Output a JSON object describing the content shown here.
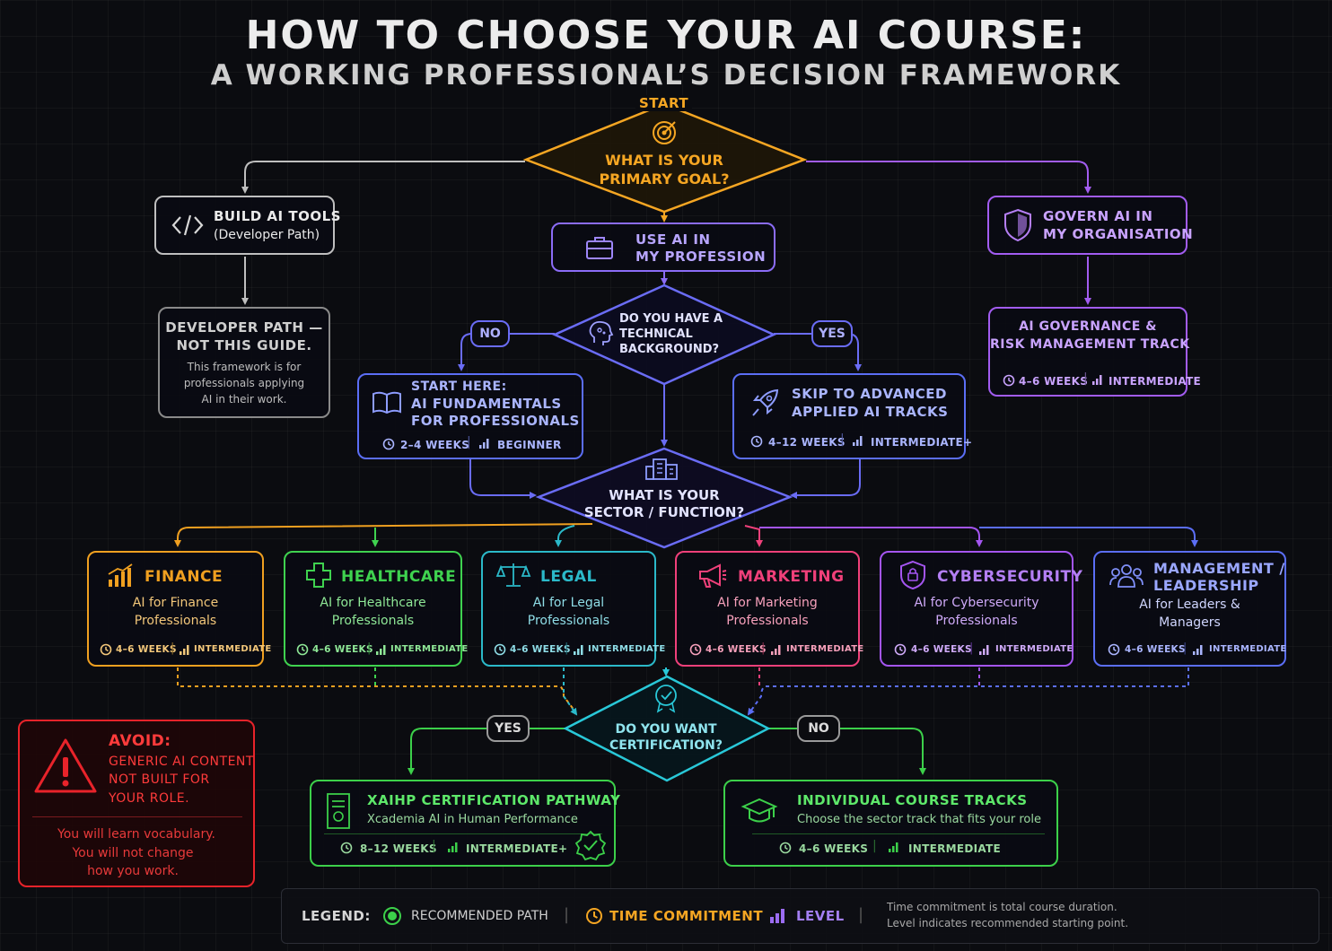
{
  "title": {
    "line1": "HOW TO CHOOSE YOUR AI COURSE:",
    "line2": "A WORKING PROFESSIONAL’S DECISION FRAMEWORK"
  },
  "colors": {
    "orange": "#f5a623",
    "purple": "#8b6cf6",
    "violet": "#a25cf0",
    "blue": "#6a6cf5",
    "gray": "#bfbfbf",
    "finance": "#f0a020",
    "healthcare": "#3fd24f",
    "legal": "#2bb9c9",
    "marketing": "#f0407a",
    "cybersecurity": "#a455f0",
    "management": "#5b6ef5",
    "cert": "#29c8d8",
    "red": "#e8232a",
    "green": "#3cd04a"
  },
  "start": {
    "tag": "START",
    "question_l1": "WHAT IS YOUR",
    "question_l2": "PRIMARY GOAL?",
    "icon": "target-icon"
  },
  "build": {
    "l1": "BUILD AI TOOLS",
    "l2": "(Developer Path)",
    "icon": "code-icon"
  },
  "developer": {
    "title_l1": "DEVELOPER PATH —",
    "title_l2": "NOT THIS GUIDE.",
    "body_l1": "This framework is for",
    "body_l2": "professionals applying",
    "body_l3": "AI in their work."
  },
  "use_ai": {
    "l1": "USE AI IN",
    "l2": "MY PROFESSION",
    "icon": "briefcase-icon"
  },
  "govern": {
    "l1": "GOVERN AI IN",
    "l2": "MY ORGANISATION",
    "icon": "shield-icon"
  },
  "governance_track": {
    "l1": "AI GOVERNANCE &",
    "l2": "RISK MANAGEMENT TRACK",
    "time": "4–6 WEEKS",
    "level": "INTERMEDIATE"
  },
  "technical_q": {
    "l1": "DO YOU HAVE A",
    "l2": "TECHNICAL",
    "l3": "BACKGROUND?",
    "no": "NO",
    "yes": "YES",
    "icon": "brain-icon"
  },
  "fundamentals": {
    "l1": "START HERE:",
    "l2": "AI FUNDAMENTALS",
    "l3": "FOR PROFESSIONALS",
    "time": "2–4 WEEKS",
    "level": "BEGINNER",
    "icon": "book-icon"
  },
  "advanced": {
    "l1": "SKIP TO ADVANCED",
    "l2": "APPLIED AI TRACKS",
    "time": "4–12 WEEKS",
    "level": "INTERMEDIATE+",
    "icon": "rocket-icon"
  },
  "sector_q": {
    "l1": "WHAT IS YOUR",
    "l2": "SECTOR / FUNCTION?",
    "icon": "building-icon"
  },
  "sectors": [
    {
      "title": "FINANCE",
      "d1": "AI for Finance",
      "d2": "Professionals",
      "time": "4–6 WEEKS",
      "level": "INTERMEDIATE",
      "icon": "chart-icon"
    },
    {
      "title": "HEALTHCARE",
      "d1": "AI for Healthcare",
      "d2": "Professionals",
      "time": "4–6 WEEKS",
      "level": "INTERMEDIATE",
      "icon": "medical-cross-icon"
    },
    {
      "title": "LEGAL",
      "d1": "AI for Legal",
      "d2": "Professionals",
      "time": "4–6 WEEKS",
      "level": "INTERMEDIATE",
      "icon": "scales-icon"
    },
    {
      "title": "MARKETING",
      "d1": "AI for Marketing",
      "d2": "Professionals",
      "time": "4–6 WEEKS",
      "level": "INTERMEDIATE",
      "icon": "megaphone-icon"
    },
    {
      "title": "CYBERSECURITY",
      "d1": "AI for Cybersecurity",
      "d2": "Professionals",
      "time": "4–6 WEEKS",
      "level": "INTERMEDIATE",
      "icon": "lock-shield-icon"
    },
    {
      "title_l1": "MANAGEMENT /",
      "title_l2": "LEADERSHIP",
      "d1": "AI for Leaders &",
      "d2": "Managers",
      "time": "4–6 WEEKS",
      "level": "INTERMEDIATE",
      "icon": "people-icon"
    }
  ],
  "cert_q": {
    "l1": "DO YOU WANT",
    "l2": "CERTIFICATION?",
    "yes": "YES",
    "no": "NO",
    "icon": "badge-icon"
  },
  "avoid": {
    "title": "AVOID:",
    "l1": "GENERIC AI CONTENT",
    "l2": "NOT BUILT FOR",
    "l3": "YOUR ROLE.",
    "b1": "You will learn vocabulary.",
    "b2": "You will not change",
    "b3": "how you work.",
    "icon": "warning-icon"
  },
  "xaihp": {
    "title": "XAIHP CERTIFICATION PATHWAY",
    "sub": "Xcademia AI in Human Performance",
    "time": "8–12 WEEKS",
    "level": "INTERMEDIATE+",
    "icon": "certificate-icon"
  },
  "individual": {
    "title": "INDIVIDUAL COURSE TRACKS",
    "sub": "Choose the sector track that fits your role",
    "time": "4–6 WEEKS",
    "level": "INTERMEDIATE",
    "icon": "graduation-cap-icon"
  },
  "legend": {
    "label": "LEGEND:",
    "recommended": "RECOMMENDED PATH",
    "time": "TIME COMMITMENT",
    "level": "LEVEL",
    "note1": "Time commitment is total course duration.",
    "note2": "Level indicates recommended starting point."
  }
}
